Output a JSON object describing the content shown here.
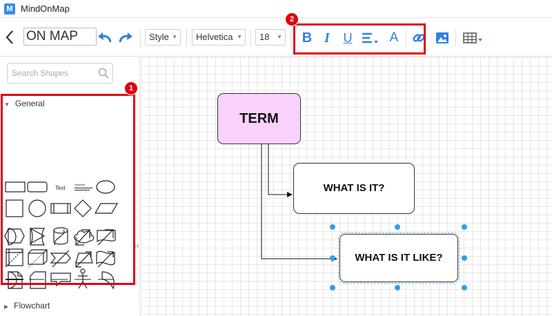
{
  "app": {
    "title": "MindOnMap",
    "logo_letter": "M"
  },
  "toolbar": {
    "document_title": "ON MAP",
    "style_label": "Style",
    "font_label": "Helvetica",
    "size_label": "18",
    "bold_label": "B",
    "italic_label": "I",
    "underline_label": "U",
    "align_label": "≡",
    "font_color_label": "A",
    "accent_color": "#2f80e4"
  },
  "callouts": [
    {
      "number": "1"
    },
    {
      "number": "2"
    }
  ],
  "callout_color": "#e0000e",
  "sidebar": {
    "search_placeholder": "Search Shapes",
    "general_label": "General",
    "flowchart_label": "Flowchart",
    "text_shape_label": "Text",
    "heading_shape_label": "Heading"
  },
  "diagram": {
    "nodes": [
      {
        "label": "TERM",
        "fill": "#f9d2fb"
      },
      {
        "label": "WHAT IS IT?",
        "fill": "#ffffff"
      },
      {
        "label": "WHAT IS IT LIKE?",
        "fill": "#ffffff"
      }
    ],
    "selection_color": "#2ba3e8"
  }
}
